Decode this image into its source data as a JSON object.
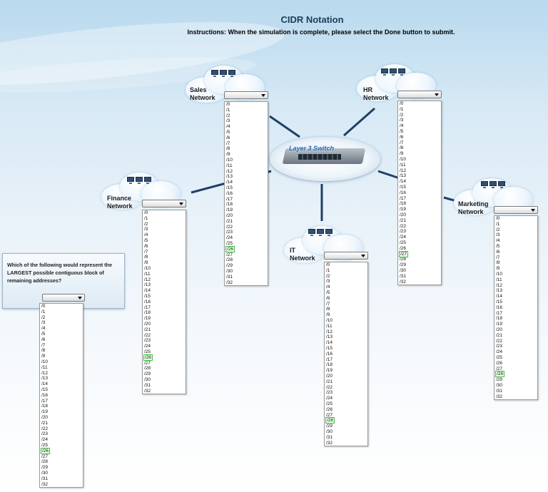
{
  "title": "CIDR Notation",
  "instructions": "Instructions: When the simulation is complete, please select the Done button to submit.",
  "switch_label": "Layer 3 Switch",
  "question": "Which of the following would represent the LARGEST possible contiguous block of remaining addresses?",
  "prefix_options": [
    "/0",
    "/1",
    "/2",
    "/3",
    "/4",
    "/5",
    "/6",
    "/7",
    "/8",
    "/9",
    "/10",
    "/11",
    "/12",
    "/13",
    "/14",
    "/15",
    "/16",
    "/17",
    "/18",
    "/19",
    "/20",
    "/21",
    "/22",
    "/23",
    "/24",
    "/25",
    "/26",
    "/27",
    "/28",
    "/29",
    "/30",
    "/31",
    "/32"
  ],
  "networks": {
    "sales": {
      "label_line1": "Sales",
      "label_line2": "Network",
      "highlighted": "/26"
    },
    "hr": {
      "label_line1": "HR",
      "label_line2": "Network",
      "highlighted": "/27"
    },
    "finance": {
      "label_line1": "Finance",
      "label_line2": "Network",
      "highlighted": "/26"
    },
    "it": {
      "label_line1": "IT",
      "label_line2": "Network",
      "highlighted": "/28"
    },
    "marketing": {
      "label_line1": "Marketing",
      "label_line2": "Network",
      "highlighted": "/28"
    }
  },
  "answer_highlighted": "/26",
  "colors": {
    "link": "#1f3f66",
    "highlight": "#3ec23e",
    "title": "#1b3d5c"
  },
  "icons": [
    "pc-icon",
    "switch-icon",
    "chevron-down-icon"
  ]
}
